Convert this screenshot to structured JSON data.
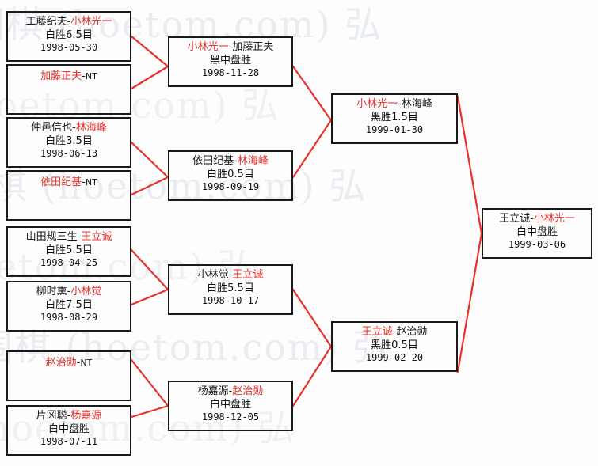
{
  "diagram": {
    "type": "single-elimination-tournament-bracket",
    "title_text": "",
    "line_color": "#e8312a",
    "box_border_color": "#1a1a1a",
    "winner_color": "#e8312a",
    "loser_color": "#1a1a1a",
    "background": "#fdfdfd"
  },
  "watermark": {
    "text": "围棋 (hoetom.com) 弘",
    "color": "#e9edf2",
    "rows": [
      "围棋 (hoetom.com) 弘",
      "围棋 (hoetom.com) 弘",
      "围棋 (hoetom.com) 弘",
      "围棋 (hoetom.com) 弘",
      "围棋 (hoetom.com) 弘",
      "围棋 (hoetom.com) 弘"
    ]
  },
  "round1": [
    {
      "id": "r1-m1",
      "left_player": "工藤纪夫",
      "left_is_winner": false,
      "right_player": "小林光一",
      "right_is_winner": true,
      "result": "白胜6.5目",
      "date": "1998-05-30"
    },
    {
      "id": "r1-m2",
      "left_player": "加藤正夫",
      "left_is_winner": true,
      "right_player": "NT",
      "right_is_winner": false,
      "result": "",
      "date": ""
    },
    {
      "id": "r1-m3",
      "left_player": "仲邑信也",
      "left_is_winner": false,
      "right_player": "林海峰",
      "right_is_winner": true,
      "result": "白胜3.5目",
      "date": "1998-06-13"
    },
    {
      "id": "r1-m4",
      "left_player": "依田纪基",
      "left_is_winner": true,
      "right_player": "NT",
      "right_is_winner": false,
      "result": "",
      "date": ""
    },
    {
      "id": "r1-m5",
      "left_player": "山田规三生",
      "left_is_winner": false,
      "right_player": "王立诚",
      "right_is_winner": true,
      "result": "白胜5.5目",
      "date": "1998-04-25"
    },
    {
      "id": "r1-m6",
      "left_player": "柳时熏",
      "left_is_winner": false,
      "right_player": "小林觉",
      "right_is_winner": true,
      "result": "白胜7.5目",
      "date": "1998-08-29"
    },
    {
      "id": "r1-m7",
      "left_player": "赵治勋",
      "left_is_winner": true,
      "right_player": "NT",
      "right_is_winner": false,
      "result": "",
      "date": ""
    },
    {
      "id": "r1-m8",
      "left_player": "片冈聪",
      "left_is_winner": false,
      "right_player": "杨嘉源",
      "right_is_winner": true,
      "result": "白中盘胜",
      "date": "1998-07-11"
    }
  ],
  "round2": [
    {
      "id": "r2-m1",
      "left_player": "小林光一",
      "left_is_winner": true,
      "right_player": "加藤正夫",
      "right_is_winner": false,
      "result": "黑中盘胜",
      "date": "1998-11-28"
    },
    {
      "id": "r2-m2",
      "left_player": "依田纪基",
      "left_is_winner": false,
      "right_player": "林海峰",
      "right_is_winner": true,
      "result": "白胜0.5目",
      "date": "1998-09-19"
    },
    {
      "id": "r2-m3",
      "left_player": "小林觉",
      "left_is_winner": false,
      "right_player": "王立诚",
      "right_is_winner": true,
      "result": "白胜5.5目",
      "date": "1998-10-17"
    },
    {
      "id": "r2-m4",
      "left_player": "杨嘉源",
      "left_is_winner": false,
      "right_player": "赵治勋",
      "right_is_winner": true,
      "result": "白中盘胜",
      "date": "1998-12-05"
    }
  ],
  "round3": [
    {
      "id": "r3-m1",
      "left_player": "小林光一",
      "left_is_winner": true,
      "right_player": "林海峰",
      "right_is_winner": false,
      "result": "黑胜1.5目",
      "date": "1999-01-30"
    },
    {
      "id": "r3-m2",
      "left_player": "王立诚",
      "left_is_winner": true,
      "right_player": "赵治勋",
      "right_is_winner": false,
      "result": "黑胜0.5目",
      "date": "1999-02-20"
    }
  ],
  "final": [
    {
      "id": "final-m1",
      "left_player": "王立诚",
      "left_is_winner": false,
      "right_player": "小林光一",
      "right_is_winner": true,
      "result": "白中盘胜",
      "date": "1999-03-06"
    }
  ]
}
